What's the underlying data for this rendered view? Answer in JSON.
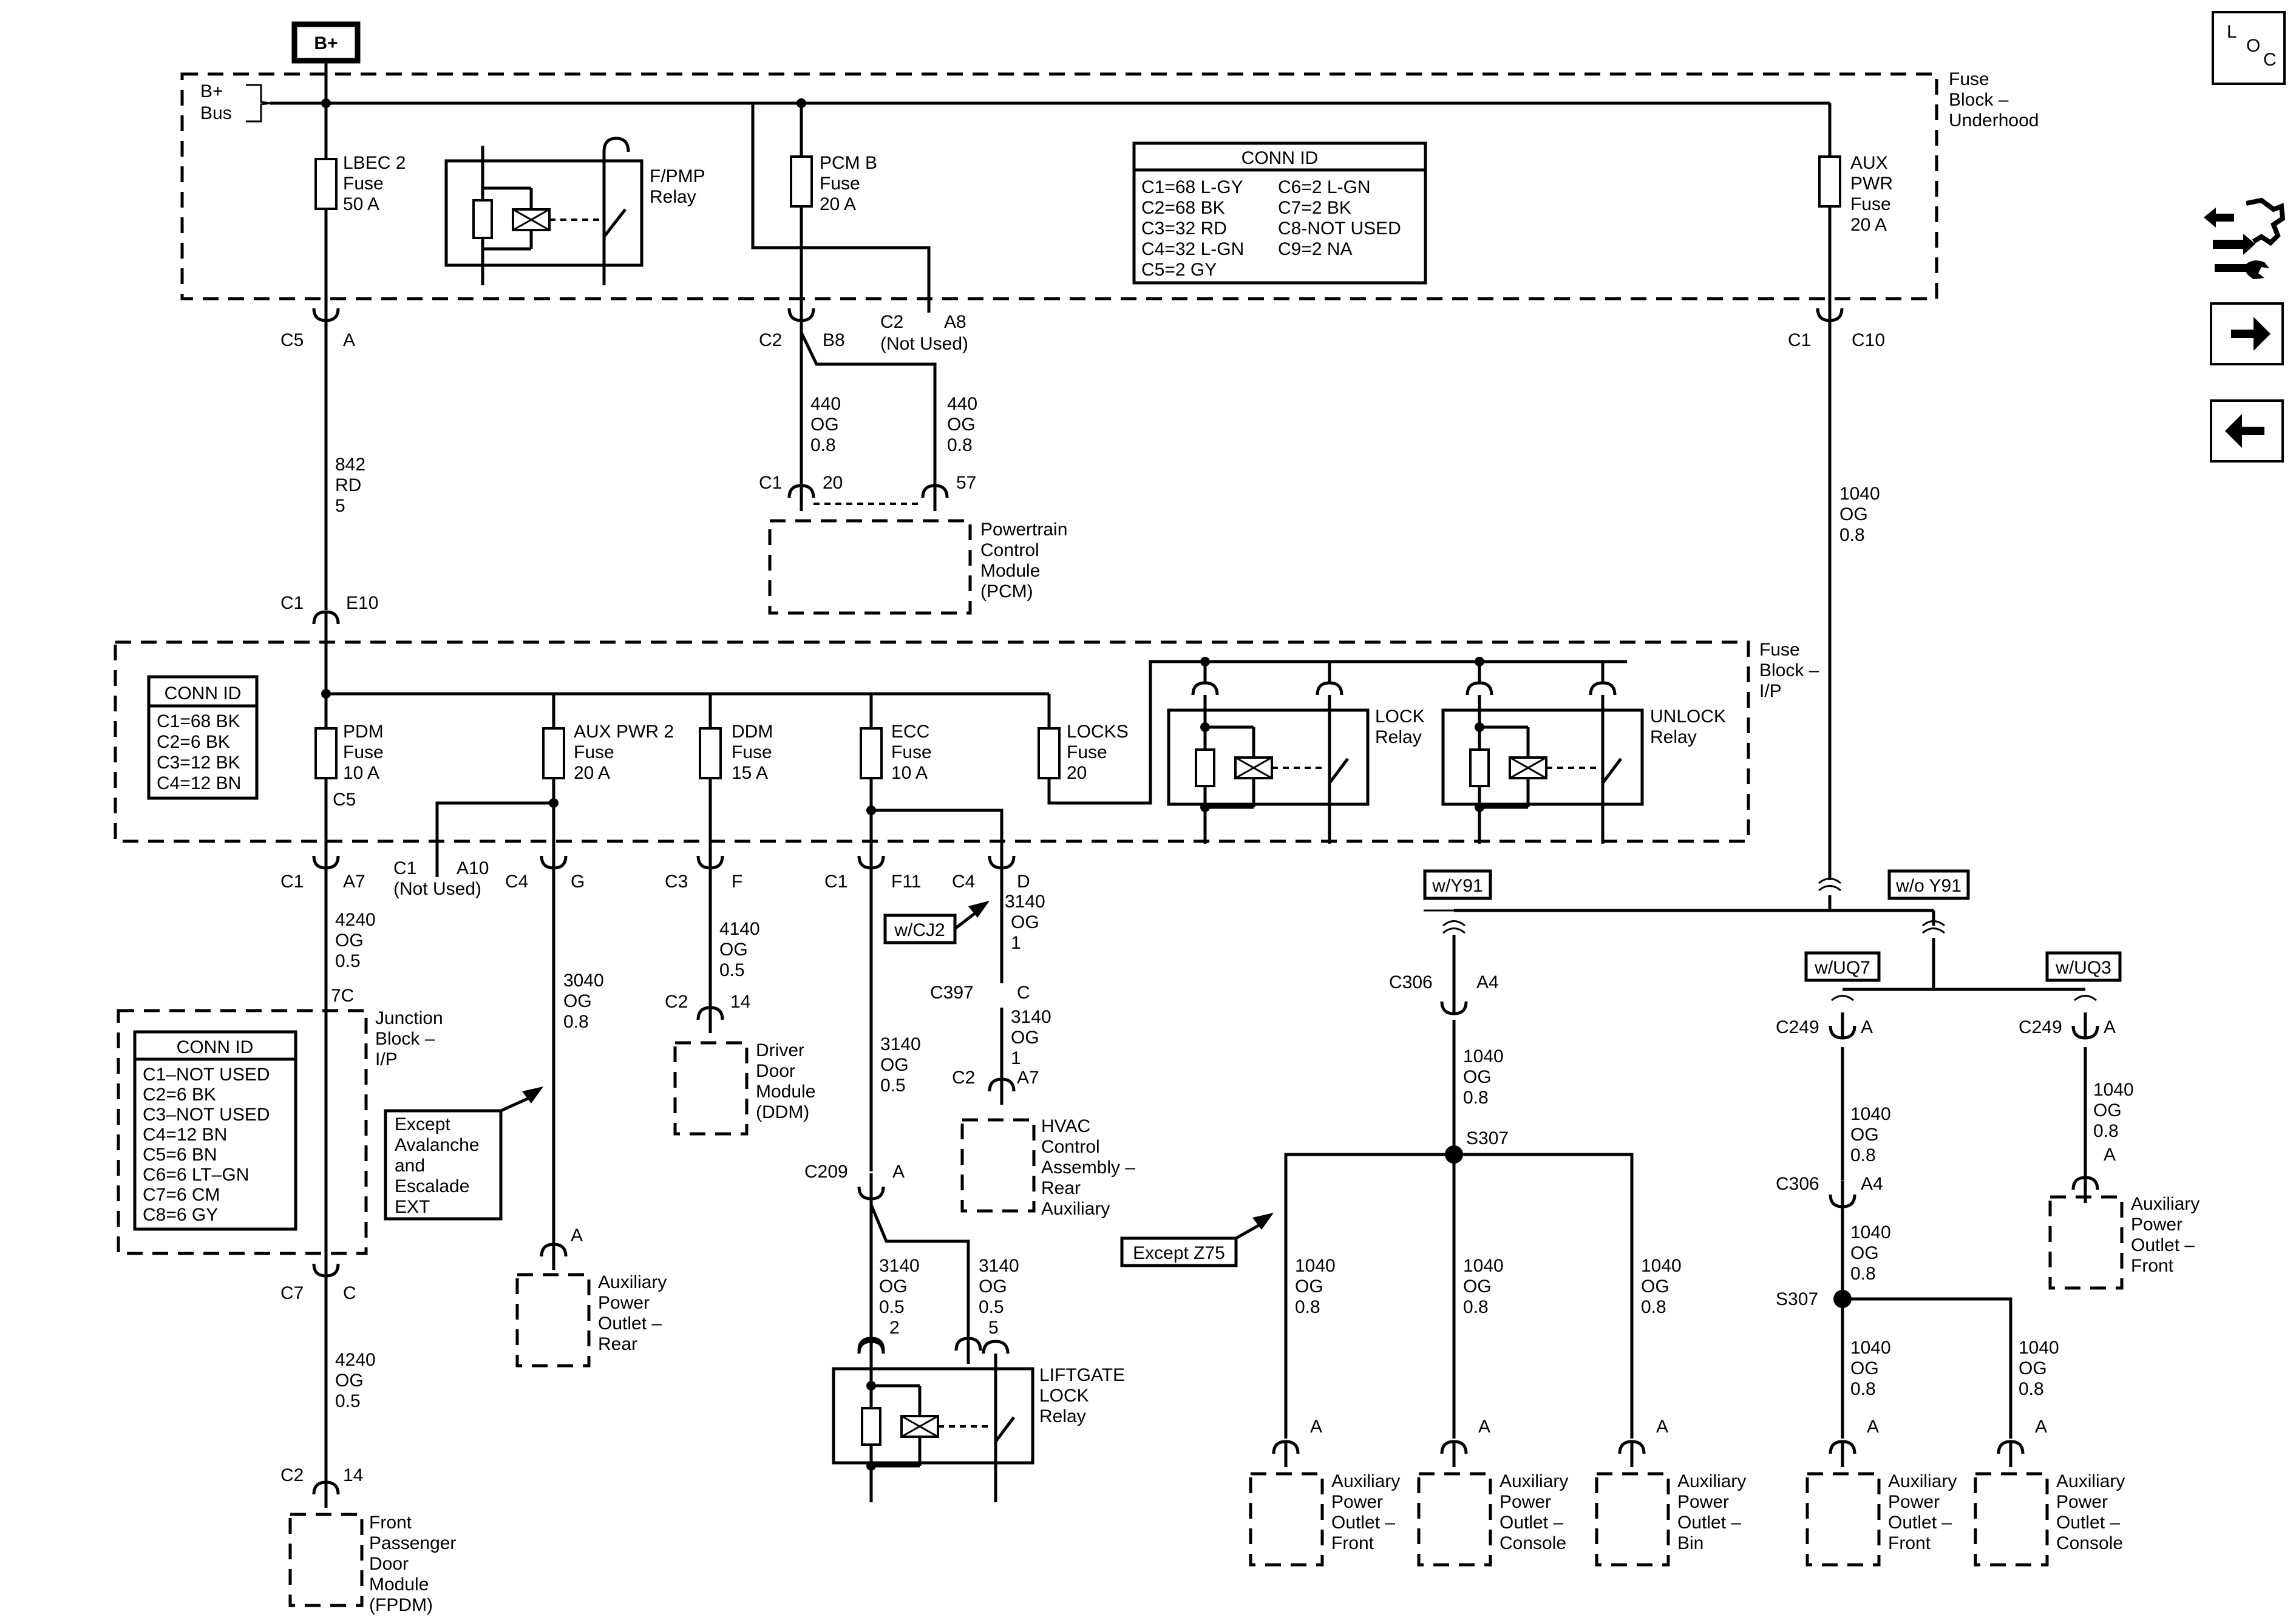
{
  "header": {
    "bplus": "B+",
    "bus": [
      "B+",
      "Bus"
    ],
    "loc": [
      "L",
      "O",
      "C"
    ]
  },
  "icons": [
    "service-icon",
    "next-arrow-icon",
    "prev-arrow-icon"
  ],
  "underhood": {
    "label": [
      "Fuse",
      "Block –",
      "Underhood"
    ],
    "fuses": {
      "lbec": [
        "LBEC 2",
        "Fuse",
        "50 A"
      ],
      "pcmb": [
        "PCM B",
        "Fuse",
        "20 A"
      ],
      "aux": [
        "AUX",
        "PWR",
        "Fuse",
        "20 A"
      ]
    },
    "fpmp": [
      "F/PMP",
      "Relay"
    ],
    "conn_title": "CONN ID",
    "conn_left": [
      "C1=68 L-GY",
      "C2=68 BK",
      "C3=32 RD",
      "C4=32 L-GN",
      "C5=2 GY"
    ],
    "conn_right": [
      "C6=2 L-GN",
      "C7=2 BK",
      "C8-NOT USED",
      "C9=2 NA"
    ]
  },
  "lbec_path": {
    "c5": [
      "C5",
      "A"
    ],
    "wire": [
      "842",
      "RD",
      "5"
    ],
    "c1": [
      "C1",
      "E10"
    ]
  },
  "pcm": {
    "c2": [
      "C2",
      "B8"
    ],
    "c2a8": [
      "C2",
      "A8",
      "(Not Used)"
    ],
    "wire_l": [
      "440",
      "OG",
      "0.8"
    ],
    "wire_r": [
      "440",
      "OG",
      "0.8"
    ],
    "c1": [
      "C1",
      "20",
      "57"
    ],
    "module": [
      "Powertrain",
      "Control",
      "Module",
      "(PCM)"
    ]
  },
  "aux_path": {
    "c1": [
      "C1",
      "C10"
    ],
    "wire": [
      "1040",
      "OG",
      "0.8"
    ]
  },
  "ip": {
    "label": [
      "Fuse",
      "Block –",
      "I/P"
    ],
    "conn_title": "CONN ID",
    "conn": [
      "C1=68 BK",
      "C2=6 BK",
      "C3=12 BK",
      "C4=12 BN"
    ],
    "fuses": {
      "pdm": [
        "PDM",
        "Fuse",
        "10 A",
        "C5"
      ],
      "aux2": [
        "AUX PWR 2",
        "Fuse",
        "20 A"
      ],
      "ddm": [
        "DDM",
        "Fuse",
        "15 A"
      ],
      "ecc": [
        "ECC",
        "Fuse",
        "10 A"
      ],
      "locks": [
        "LOCKS",
        "Fuse",
        "20"
      ]
    },
    "lock_relay": [
      "LOCK",
      "Relay"
    ],
    "unlock_relay": [
      "UNLOCK",
      "Relay"
    ]
  },
  "pdm_path": {
    "c1": [
      "C1",
      "A7"
    ],
    "wire1": [
      "4240",
      "OG",
      "0.5"
    ],
    "pin7c": "7C",
    "jb_label": [
      "Junction",
      "Block –",
      "I/P"
    ],
    "conn_title": "CONN ID",
    "conn": [
      "C1–NOT USED",
      "C2=6 BK",
      "C3–NOT USED",
      "C4=12 BN",
      "C5=6 BN",
      "C6=6 LT–GN",
      "C7=6 CM",
      "C8=6 GY"
    ],
    "c7": [
      "C7",
      "C"
    ],
    "wire2": [
      "4240",
      "OG",
      "0.5"
    ],
    "c2": [
      "C2",
      "14"
    ],
    "module": [
      "Front",
      "Passenger",
      "Door",
      "Module",
      "(FPDM)"
    ]
  },
  "aux2_path": {
    "c1": [
      "C1",
      "A10",
      "(Not Used)"
    ],
    "c4": [
      "C4",
      "G"
    ],
    "wire": [
      "3040",
      "OG",
      "0.8"
    ],
    "note": [
      "Except",
      "Avalanche",
      "and",
      "Escalade",
      "EXT"
    ],
    "pin": "A",
    "outlet": [
      "Auxiliary",
      "Power",
      "Outlet –",
      "Rear"
    ]
  },
  "ddm_path": {
    "c3": [
      "C3",
      "F"
    ],
    "wire": [
      "4140",
      "OG",
      "0.5"
    ],
    "c2": [
      "C2",
      "14"
    ],
    "module": [
      "Driver",
      "Door",
      "Module",
      "(DDM)"
    ]
  },
  "ecc_path": {
    "c1": [
      "C1",
      "F11"
    ],
    "c4": [
      "C4",
      "D"
    ],
    "wcj2": "w/CJ2",
    "wire_d": [
      "3140",
      "OG",
      "1"
    ],
    "c397": [
      "C397",
      "C"
    ],
    "wire_c": [
      "3140",
      "OG",
      "1"
    ],
    "c2": [
      "C2",
      "A7"
    ],
    "hvac": [
      "HVAC",
      "Control",
      "Assembly –",
      "Rear",
      "Auxiliary"
    ],
    "wire_main": [
      "3140",
      "OG",
      "0.5"
    ],
    "c209": [
      "C209",
      "A"
    ],
    "wire_l": [
      "3140",
      "OG",
      "0.5",
      "2"
    ],
    "wire_r": [
      "3140",
      "OG",
      "0.5",
      "5"
    ],
    "liftgate": [
      "LIFTGATE",
      "LOCK",
      "Relay"
    ]
  },
  "y91": {
    "with": "w/Y91",
    "without": "w/o Y91",
    "c306": [
      "C306",
      "A4"
    ],
    "wire": [
      "1040",
      "OG",
      "0.8"
    ],
    "splice": "S307",
    "except_z75": "Except Z75",
    "branch_wire": [
      "1040",
      "OG",
      "0.8"
    ],
    "pin": "A",
    "outlets": [
      [
        "Auxiliary",
        "Power",
        "Outlet –",
        "Front"
      ],
      [
        "Auxiliary",
        "Power",
        "Outlet –",
        "Console"
      ],
      [
        "Auxiliary",
        "Power",
        "Outlet –",
        "Bin"
      ]
    ]
  },
  "uq": {
    "uq7": "w/UQ7",
    "uq3": "w/UQ3",
    "c249": [
      "C249",
      "A"
    ],
    "wire": [
      "1040",
      "OG",
      "0.8"
    ],
    "c306": [
      "C306",
      "A4"
    ],
    "splice": "S307",
    "pin": "A",
    "outlet_front": [
      "Auxiliary",
      "Power",
      "Outlet –",
      "Front"
    ],
    "outlet_console": [
      "Auxiliary",
      "Power",
      "Outlet –",
      "Console"
    ]
  }
}
